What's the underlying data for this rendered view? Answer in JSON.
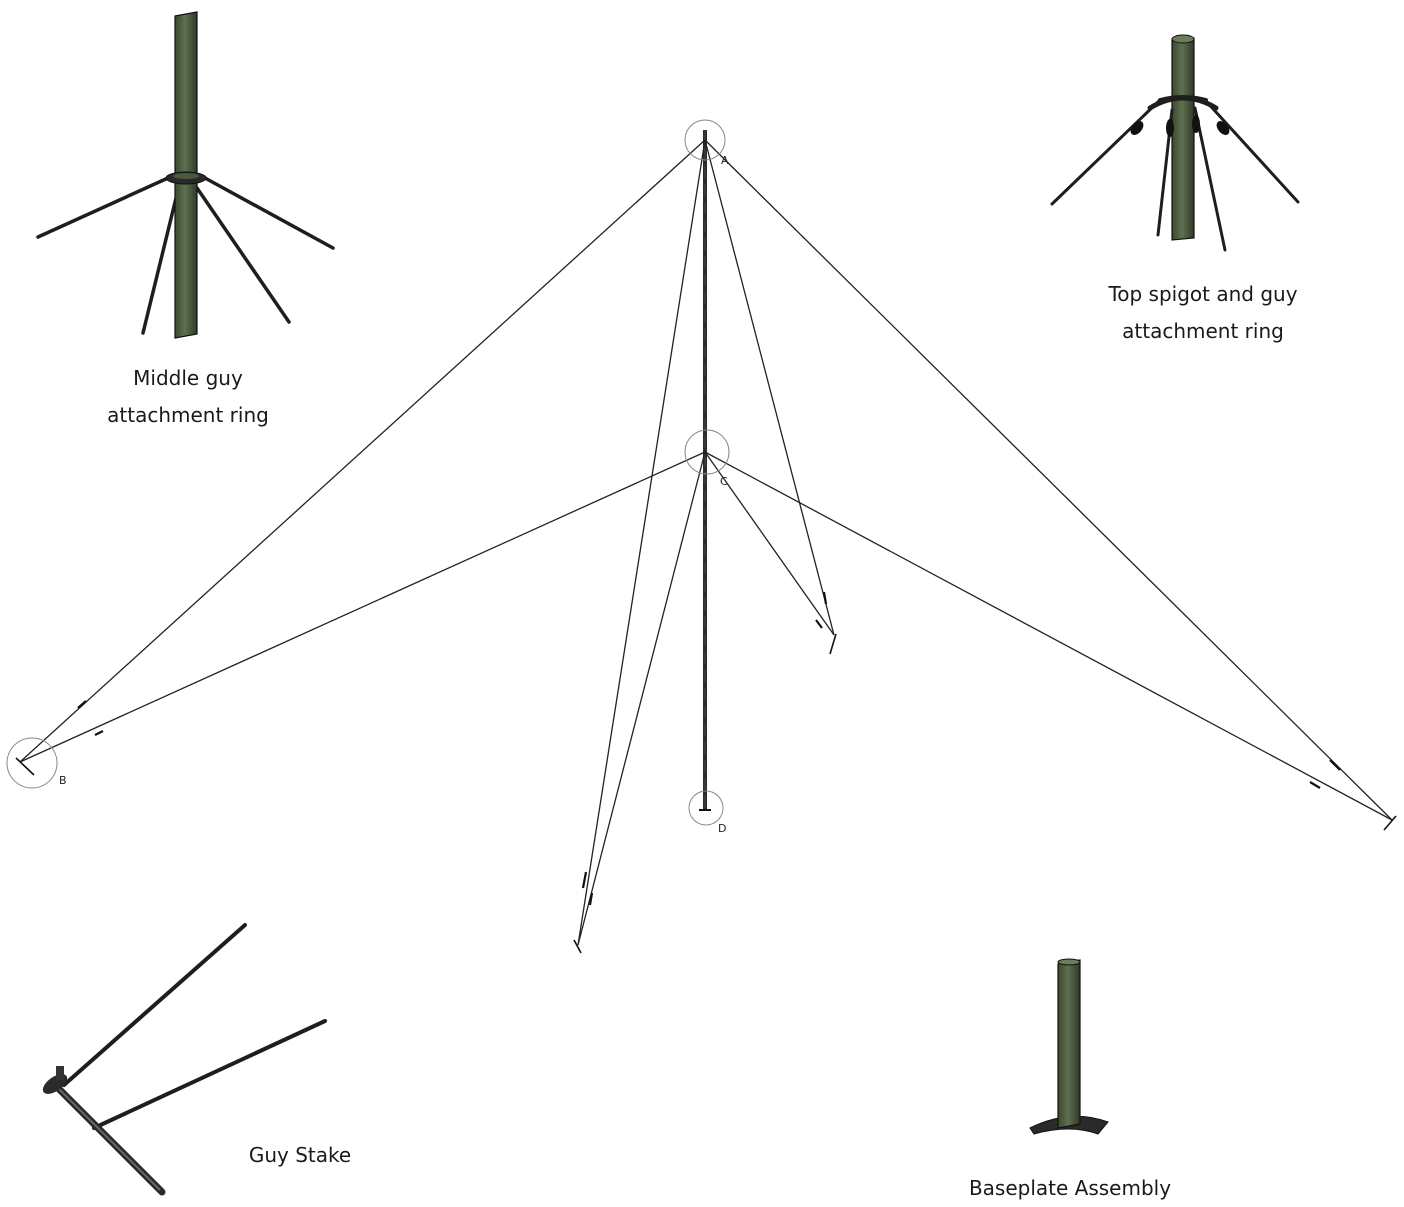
{
  "captions": {
    "middle_ring_line1": "Middle guy",
    "middle_ring_line2": "attachment ring",
    "top_spigot_line1": "Top spigot and guy",
    "top_spigot_line2": "attachment ring",
    "guy_stake": "Guy Stake",
    "baseplate": "Baseplate Assembly"
  },
  "points": {
    "a": "A",
    "b": "B",
    "c": "C",
    "d": "D"
  },
  "colors": {
    "pole": "#4a5a3c",
    "pole_highlight": "#6b7d5a",
    "line": "#222222",
    "marker": "#888888"
  }
}
